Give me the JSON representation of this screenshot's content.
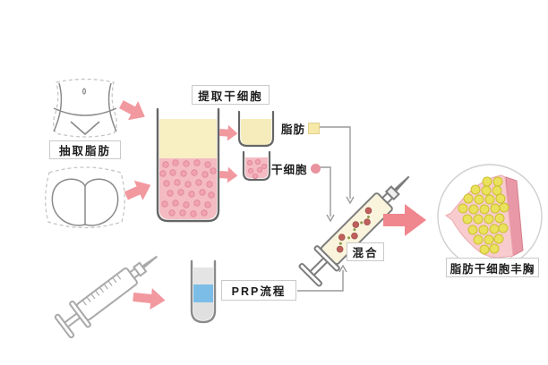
{
  "diagram": {
    "labels": {
      "extract_fat": "抽取脂肪",
      "extract_stem_cells": "提取干细胞",
      "fat": "脂肪",
      "stem_cells": "干细胞",
      "mix": "混合",
      "prp_process": "PRP流程",
      "result": "脂肪干细胞丰胸"
    },
    "icons": {
      "fat_swatch": "yellow-square",
      "stem_cell_swatch": "pink-circle"
    },
    "colors": {
      "fat_yellow": "#F8EFC3",
      "stem_cell_pink": "#F4BBC3",
      "stem_cell_dot": "#EE9DAB",
      "arrow_pink": "#F2989F",
      "arrow_big_pink": "#F0868E",
      "prp_blue": "#7CBDE8",
      "fat_cell_yellow": "#EAE25C",
      "breast_tissue_pink": "#F8CCCF",
      "muscle_band_pink": "#E898A6",
      "outline_gray": "#666666",
      "connector_gray": "#999999"
    }
  }
}
